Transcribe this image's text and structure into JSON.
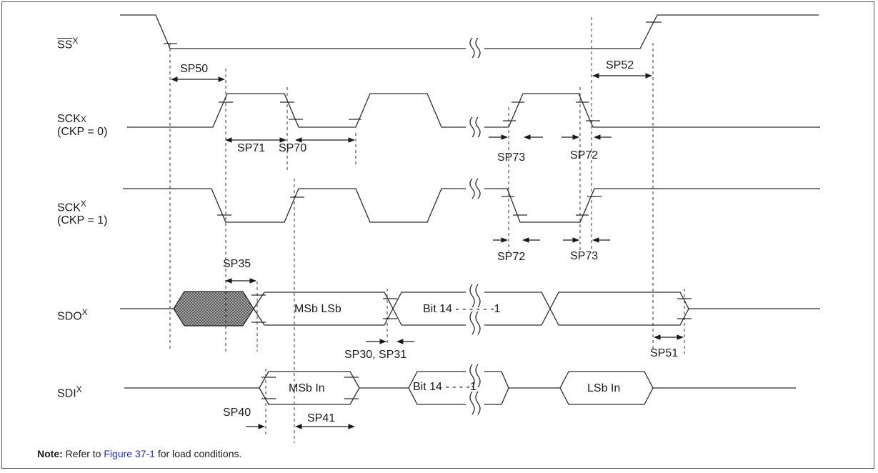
{
  "signals": {
    "ss": {
      "name": "SS",
      "suffix": "X"
    },
    "sck0": {
      "name": "SCK",
      "suffix": "X",
      "cond": "(CKP = 0)"
    },
    "sck1": {
      "name": "SCK",
      "suffix": "X",
      "cond": "(CKP = 1)"
    },
    "sdo": {
      "name": "SDO",
      "suffix": "X"
    },
    "sdi": {
      "name": "SDI",
      "suffix": "X"
    }
  },
  "data_labels": {
    "sdo_msb_lsb": "MSb LSb",
    "sdo_bit14": "Bit 14 - - - - - -1",
    "sdi_msb_in": "MSb In",
    "sdi_bit14": "Bit 14 - - - -1",
    "sdi_lsb_in": "LSb In"
  },
  "timing_params": {
    "sp50": "SP50",
    "sp52": "SP52",
    "sp71": "SP71",
    "sp70": "SP70",
    "sp73_a": "SP73",
    "sp72_a": "SP72",
    "sp72_b": "SP72",
    "sp73_b": "SP73",
    "sp35": "SP35",
    "sp30_31": "SP30, SP31",
    "sp51": "SP51",
    "sp40": "SP40",
    "sp41": "SP41"
  },
  "note": {
    "prefix": "Note:",
    "text_before": "Refer to",
    "link": "Figure 37-1",
    "text_after": "for load conditions."
  }
}
